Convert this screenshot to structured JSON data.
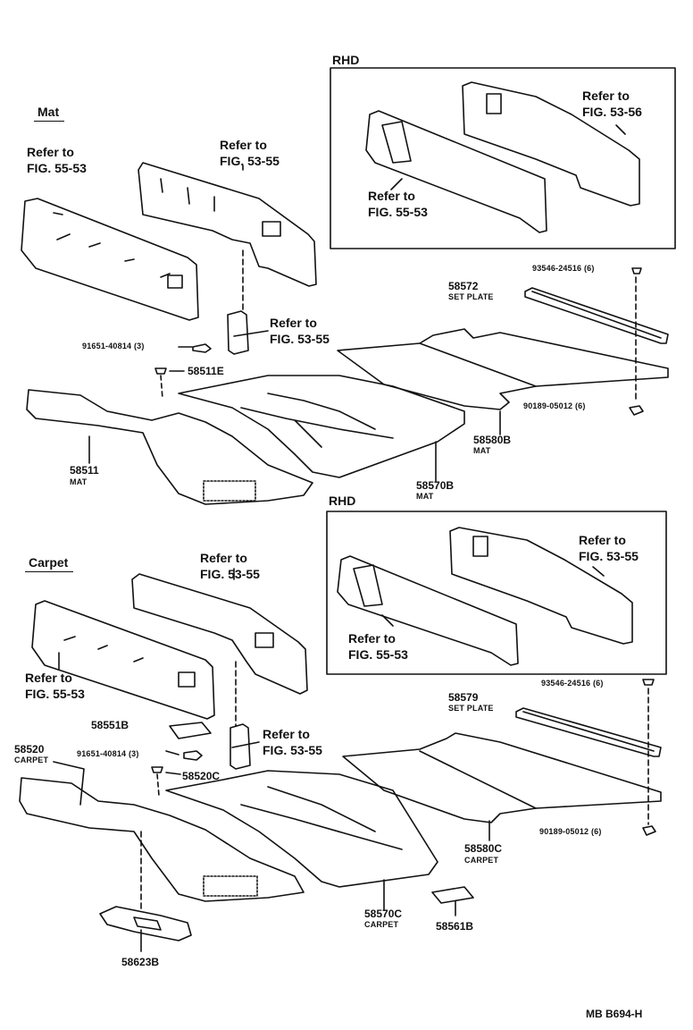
{
  "sections": {
    "mat": "Mat",
    "carpet": "Carpet",
    "rhd_top": "RHD",
    "rhd_bottom": "RHD"
  },
  "refs": {
    "r1_l1": "Refer to",
    "r1_l2": "FIG. 55-53",
    "r2_l1": "Refer to",
    "r2_l2": "FIG. 53-55",
    "r3_l1": "Refer to",
    "r3_l2": "FIG. 53-55",
    "r4_l1": "Refer to",
    "r4_l2": "FIG. 53-56",
    "r5_l1": "Refer to",
    "r5_l2": "FIG. 55-53",
    "r6_l1": "Refer to",
    "r6_l2": "FIG. 53-55",
    "r7_l1": "Refer to",
    "r7_l2": "FIG. 55-53",
    "r8_l1": "Refer to",
    "r8_l2": "FIG. 53-55",
    "r9_l1": "Refer to",
    "r9_l2": "FIG. 55-53",
    "r10_l1": "Refer to",
    "r10_l2": "FIG. 53-55"
  },
  "parts": {
    "p58572": "58572",
    "p58572_sub": "SET PLATE",
    "p93546a": "93546-24516 (6)",
    "p91651a": "91651-40814 (3)",
    "p58511E": "58511E",
    "p90189a": "90189-05012 (6)",
    "p58580B": "58580B",
    "p58580B_sub": "MAT",
    "p58511": "58511",
    "p58511_sub": "MAT",
    "p58570B": "58570B",
    "p58570B_sub": "MAT",
    "p58579": "58579",
    "p58579_sub": "SET PLATE",
    "p93546b": "93546-24516 (6)",
    "p58551B": "58551B",
    "p58520": "58520",
    "p58520_sub": "CARPET",
    "p91651b": "91651-40814 (3)",
    "p58520C": "58520C",
    "p90189b": "90189-05012 (6)",
    "p58580C": "58580C",
    "p58580C_sub": "CARPET",
    "p58570C": "58570C",
    "p58570C_sub": "CARPET",
    "p58561B": "58561B",
    "p58623B": "58623B"
  },
  "footer_code": "MB  B694-H"
}
